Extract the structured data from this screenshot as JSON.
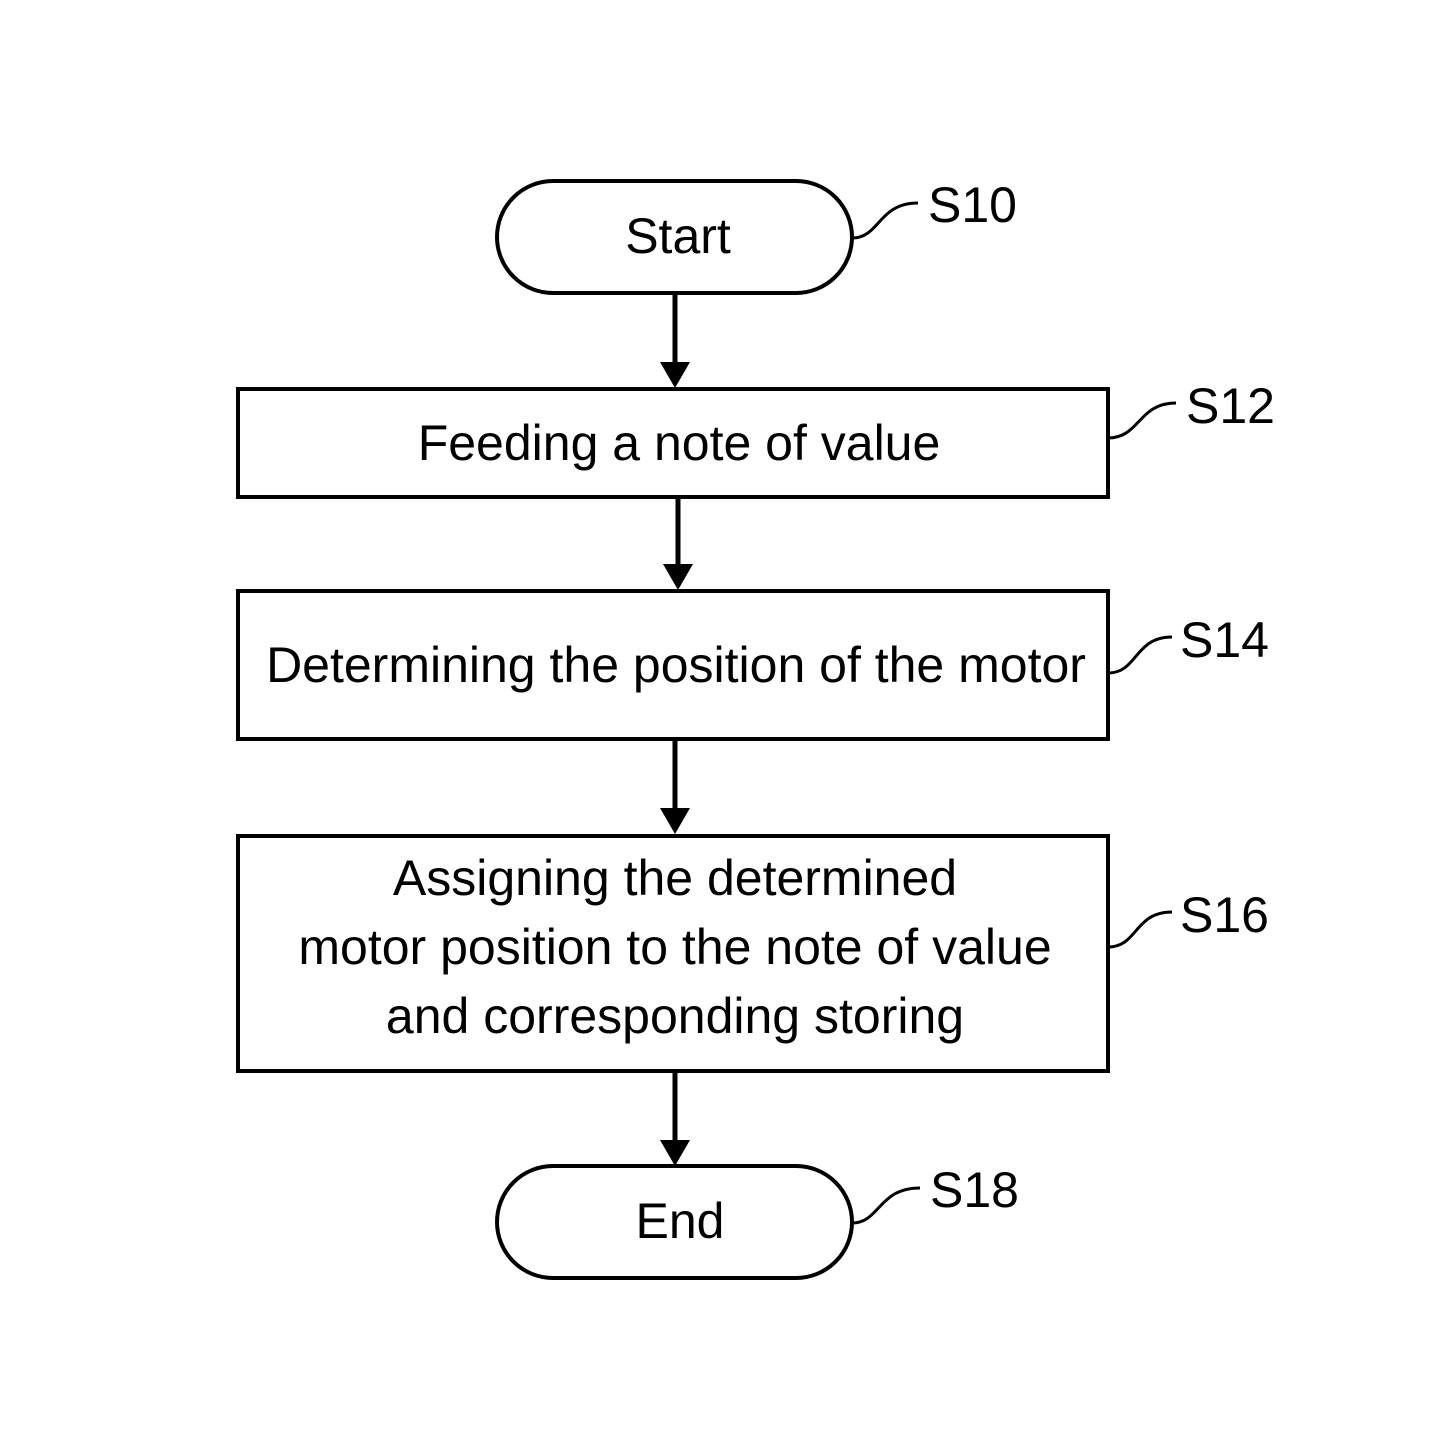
{
  "flowchart": {
    "nodes": [
      {
        "id": "start",
        "shape": "terminal",
        "lines": [
          "Start"
        ],
        "ref": "S10"
      },
      {
        "id": "feed",
        "shape": "process",
        "lines": [
          "Feeding a note of value"
        ],
        "ref": "S12"
      },
      {
        "id": "determine",
        "shape": "process",
        "lines": [
          "Determining the position of the motor"
        ],
        "ref": "S14"
      },
      {
        "id": "assign",
        "shape": "process",
        "lines": [
          "Assigning the determined",
          "motor position to the note of value",
          "and corresponding storing"
        ],
        "ref": "S16"
      },
      {
        "id": "end",
        "shape": "terminal",
        "lines": [
          "End"
        ],
        "ref": "S18"
      }
    ],
    "edges": [
      {
        "from": "start",
        "to": "feed"
      },
      {
        "from": "feed",
        "to": "determine"
      },
      {
        "from": "determine",
        "to": "assign"
      },
      {
        "from": "assign",
        "to": "end"
      }
    ]
  }
}
